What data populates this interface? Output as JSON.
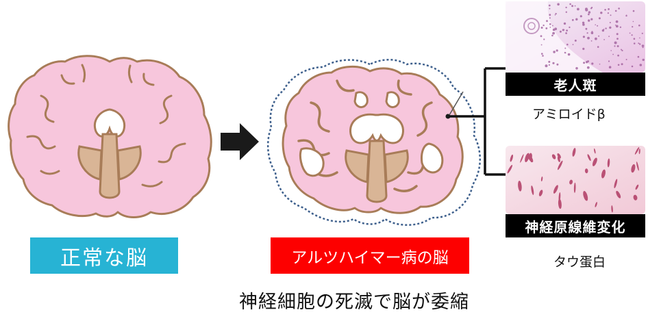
{
  "labels": {
    "normal_brain": "正常な脳",
    "ad_brain": "アルツハイマー病の脳",
    "plaque": "老人斑",
    "plaque_sub": "アミロイドβ",
    "tangle": "神経原線維変化",
    "tangle_sub": "タウ蛋白",
    "caption": "神経細胞の死滅で脳が委縮"
  },
  "colors": {
    "brain_fill": "#f7c6dc",
    "brain_outline": "#a87c58",
    "ventricle_fill": "#ffffff",
    "stem_fill": "#d9b596",
    "normal_label_bg": "#27b3d4",
    "ad_label_bg": "#fd0000",
    "tag_bg": "#000000",
    "dotted_outline": "#3d5f8c"
  },
  "icons": {
    "arrow": "right-arrow-icon"
  }
}
